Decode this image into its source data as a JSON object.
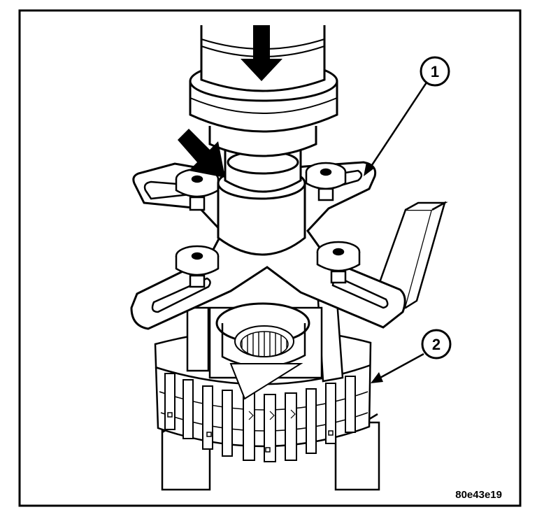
{
  "figure": {
    "code": "80e43e19",
    "callouts": [
      {
        "number": "1"
      },
      {
        "number": "2"
      }
    ],
    "colors": {
      "ink": "#000000",
      "paper": "#ffffff"
    },
    "icons": [
      "press-arrow-down-icon",
      "press-arrow-diagonal-icon"
    ]
  }
}
